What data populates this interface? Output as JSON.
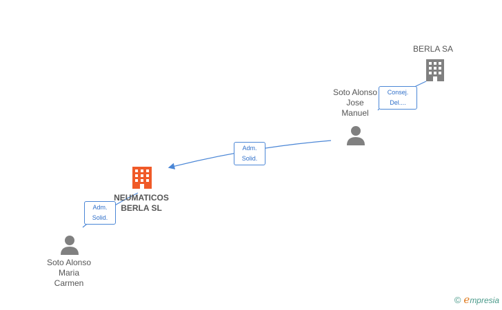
{
  "nodes": {
    "berla_sa": {
      "label": "BERLA SA",
      "type": "company"
    },
    "soto_jose": {
      "label_lines": [
        "Soto Alonso",
        "Jose",
        "Manuel"
      ],
      "type": "person"
    },
    "neumaticos": {
      "label_lines": [
        "NEUMATICOS",
        "BERLA SL"
      ],
      "type": "company-main"
    },
    "soto_maria": {
      "label_lines": [
        "Soto Alonso",
        "Maria",
        "Carmen"
      ],
      "type": "person"
    }
  },
  "edges": {
    "jose_to_berla": {
      "label_lines": [
        "Consej.",
        "Del...."
      ]
    },
    "jose_to_neumaticos": {
      "label_lines": [
        "Adm.",
        "Solid."
      ]
    },
    "maria_to_neumaticos": {
      "label_lines": [
        "Adm.",
        "Solid."
      ]
    }
  },
  "colors": {
    "edge": "#4a86d6",
    "company": "#808080",
    "company_main": "#f05a28",
    "person": "#808080"
  },
  "footer": {
    "copyright": "©",
    "brand_first": "e",
    "brand_rest": "mpresia"
  }
}
